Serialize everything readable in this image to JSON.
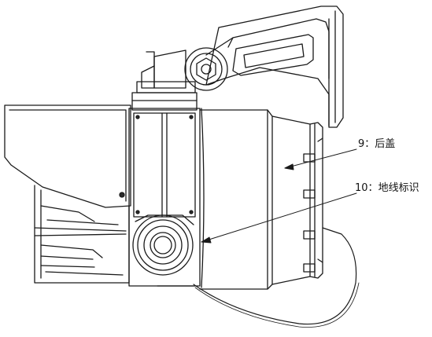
{
  "callouts": {
    "rear_cover": {
      "number": "9",
      "separator": "：",
      "text": "后盖"
    },
    "ground_mark": {
      "number": "10",
      "separator": "：",
      "text": "地线标识"
    }
  },
  "colors": {
    "stroke": "#1a1a1a",
    "background": "#ffffff",
    "fill_dark": "#2a2a2a"
  }
}
